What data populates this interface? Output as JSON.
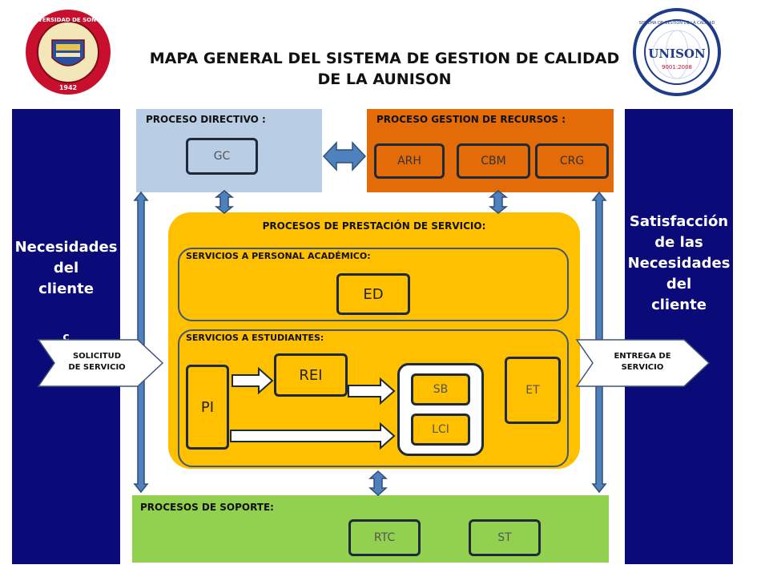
{
  "title": {
    "line1": "MAPA GENERAL DEL SISTEMA DE GESTION DE CALIDAD",
    "line2": "DE LA AUNISON"
  },
  "logos": {
    "left": {
      "icon": "universidad-de-sonora-seal",
      "text": [
        "UNIVERSIDAD DE SONORA",
        "1942"
      ]
    },
    "right": {
      "icon": "sgc-unison-seal",
      "text": [
        "UNISON",
        "9001:2008",
        "SISTEMA DE GESTION DE LA CALIDAD"
      ]
    }
  },
  "left_panel": {
    "lines": [
      "Necesidades",
      "del",
      "cliente"
    ],
    "stray": "c"
  },
  "right_panel": {
    "lines": [
      "Satisfacción",
      "de las",
      "Necesidades",
      "del",
      "cliente"
    ]
  },
  "directivo": {
    "title": "PROCESO DIRECTIVO :",
    "boxes": [
      "GC"
    ]
  },
  "recursos": {
    "title": "PROCESO GESTION DE RECURSOS :",
    "boxes": [
      "ARH",
      "CBM",
      "CRG"
    ]
  },
  "prestacion": {
    "title": "PROCESOS DE PRESTACIÓN DE SERVICIO:",
    "academico": {
      "title": "SERVICIOS A PERSONAL ACADÉMICO:",
      "box": "ED"
    },
    "estudiantes": {
      "title": "SERVICIOS A ESTUDIANTES:",
      "pi": "PI",
      "rei": "REI",
      "sb": "SB",
      "lci": "LCI",
      "et": "ET"
    }
  },
  "soporte": {
    "title": "PROCESOS DE SOPORTE:",
    "boxes": [
      "RTC",
      "ST"
    ]
  },
  "input_arrow": {
    "line1": "SOLICITUD",
    "line2": "DE SERVICIO"
  },
  "output_arrow": {
    "line1": "ENTREGA DE",
    "line2": "SERVICIO"
  },
  "colors": {
    "side_panels": "#0a0a78",
    "directivo": "#b9cde5",
    "recursos": "#e36c09",
    "prestacion": "#ffc000",
    "soporte": "#92d050",
    "connector": "#4f81bd"
  }
}
